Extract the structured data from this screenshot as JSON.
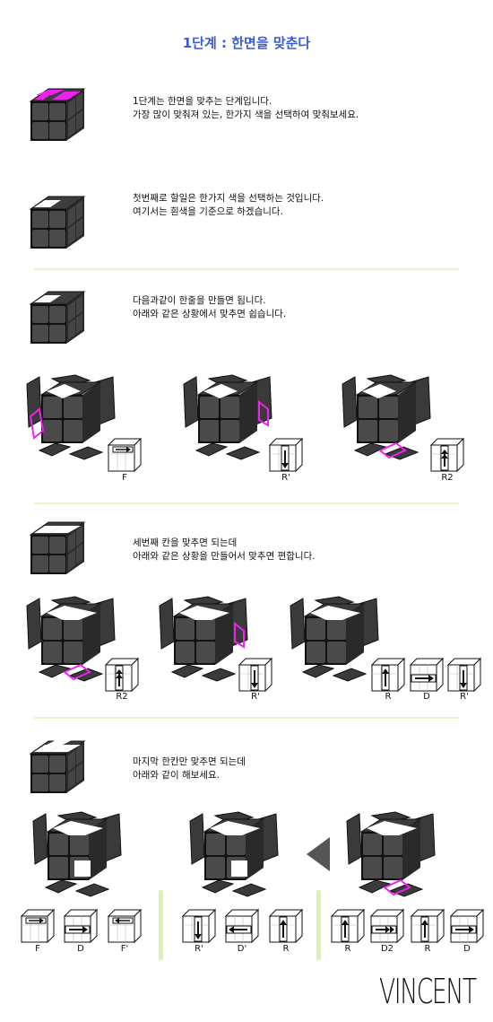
{
  "title": "1단계 :  한면을 맞춘다",
  "sections": [
    {
      "lines": [
        "1단계는 한면을 맞추는 단계입니다.",
        "가장 많이 맞춰져 있는, 한가지 색을 선택하여 맞춰보세요."
      ]
    },
    {
      "lines": [
        "첫번째로 할일은 한가지 색을 선택하는 것입니다.",
        "여기서는 흰색을 기준으로 하겠습니다."
      ]
    },
    {
      "lines": [
        "다음과같이 한줄을 만들면 됩니다.",
        "아래와 같은 상황에서 맞추면 쉽습니다."
      ]
    },
    {
      "lines": [
        "세번째 칸을 맞추면 되는데",
        "아래와 같은 상황을 만들어서 맞추면 편합니다."
      ]
    },
    {
      "lines": [
        "마지막 한칸만 맞추면 되는데",
        "아래와 같이 해보세요."
      ]
    }
  ],
  "moves": {
    "row1": [
      "F",
      "R'",
      "R2"
    ],
    "row2": [
      "R2",
      "R'",
      "R",
      "D",
      "R'"
    ],
    "row3": [
      "F",
      "D",
      "F'",
      "R'",
      "D'",
      "R",
      "R",
      "D2",
      "R",
      "D"
    ]
  },
  "logo": "VINCENT",
  "colors": {
    "accent": "#3b5bd0",
    "magenta": "#ee22ee",
    "cube": "#3d3d3d",
    "separator": "#e6f3c8"
  }
}
